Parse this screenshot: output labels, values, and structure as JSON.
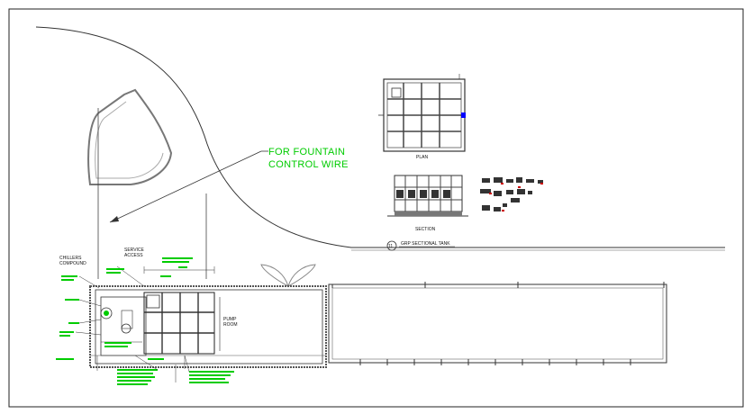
{
  "drawing": {
    "callout_line1": "FOR FOUNTAIN",
    "callout_line2": "CONTROL WIRE",
    "label_chillers1": "CHILLERS",
    "label_chillers2": "COMPOUND",
    "label_service1": "SERVICE",
    "label_service2": "ACCESS",
    "label_pump1": "PUMP",
    "label_pump2": "ROOM",
    "label_plan": "PLAN",
    "label_section": "SECTION",
    "label_tank": "GRP SECTIONAL TANK",
    "tank_marker": "11"
  },
  "colors": {
    "line": "#1a1a1a",
    "annotation": "#00cc00",
    "accent": "#0000ff",
    "red": "#cc0000"
  }
}
